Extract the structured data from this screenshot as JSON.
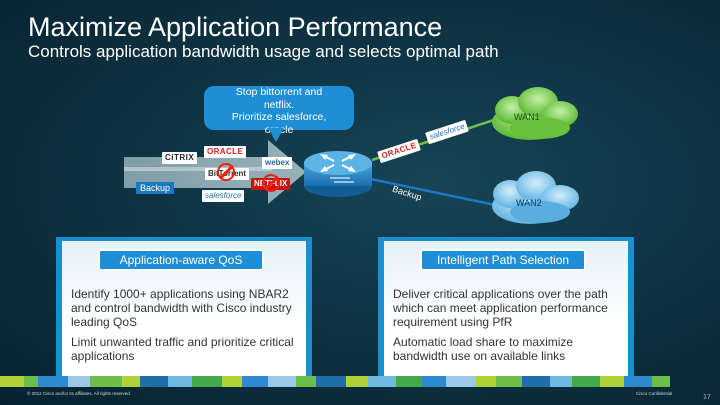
{
  "slide": {
    "title": "Maximize Application Performance",
    "subtitle": "Controls application bandwidth usage and selects optimal path"
  },
  "callout": {
    "line1": "Stop bittorrent and",
    "line2": "netflix.",
    "line3": "Prioritize salesforce,",
    "line4": "oracle"
  },
  "logos": {
    "citrix": "CiTRIX",
    "oracle_left": "ORACLE",
    "webex": "webex",
    "bittorrent": "BitTorrent",
    "netflix": "NETFLIX",
    "salesforce": "salesforce",
    "oracle_right": "ORACLE",
    "salesforce_right": "salesforce"
  },
  "diagram": {
    "backup_left": "Backup",
    "backup_right": "Backup",
    "wan1": "WAN1",
    "wan2": "WAN2"
  },
  "panels": [
    {
      "title": "Application-aware QoS",
      "text1": "Identify 1000+ applications using NBAR2 and control bandwidth with Cisco industry leading QoS",
      "text2": "Limit unwanted traffic and prioritize critical applications"
    },
    {
      "title": "Intelligent Path Selection",
      "text1": "Deliver critical applications over the path which can meet application performance requirement using PfR",
      "text2": "Automatic load share to maximize bandwidth use on available links"
    }
  ],
  "footer": {
    "copyright": "© 2012 Cisco and/or its affiliates. All rights reserved.",
    "confidential": "Cisco Confidential",
    "page": "17"
  },
  "colors": {
    "accent_blue": "#1e8fd6",
    "wan_green": "#6cc04a",
    "backup_line": "#1a78c8"
  }
}
